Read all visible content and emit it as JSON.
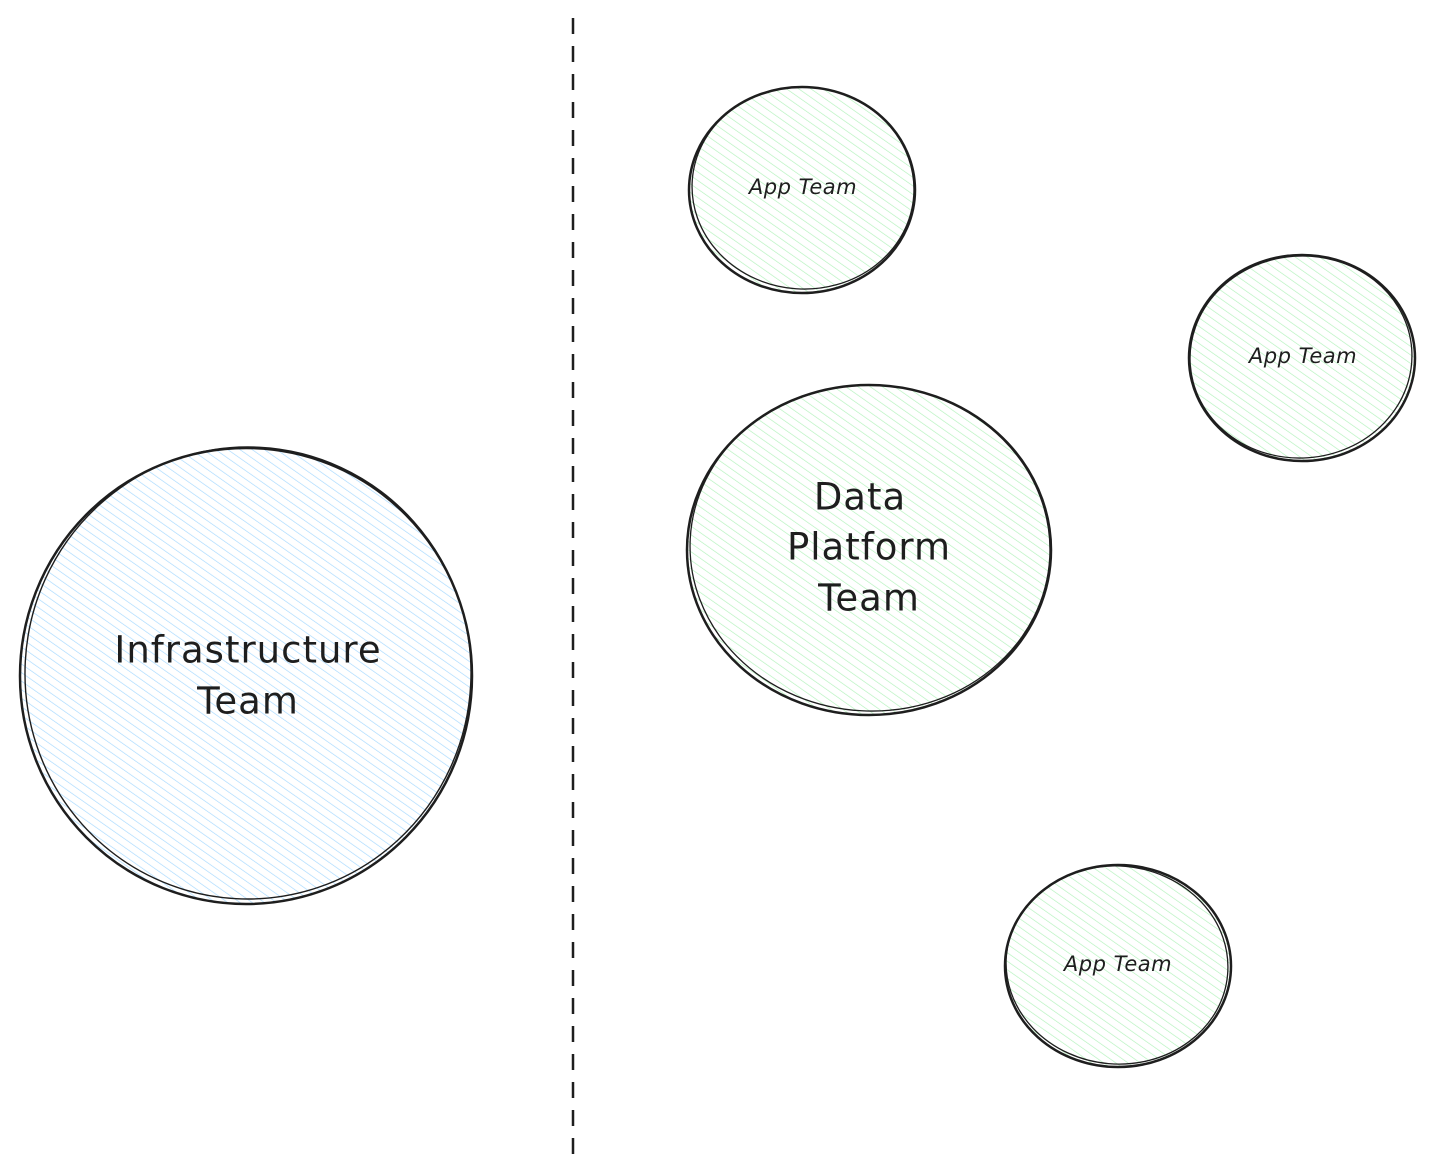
{
  "colors": {
    "stroke": "#1e1e1e",
    "infra_fill": "#a5d8ff",
    "team_fill": "#b2f2bb",
    "background": "#ffffff"
  },
  "divider": {
    "style": "dashed"
  },
  "nodes": {
    "infrastructure": {
      "lines": [
        "Infrastructure",
        "Team"
      ]
    },
    "app_team_1": {
      "lines": [
        "App Team"
      ]
    },
    "app_team_2": {
      "lines": [
        "App Team"
      ]
    },
    "data_platform": {
      "lines": [
        "Data",
        "Platform",
        "Team"
      ]
    },
    "app_team_3": {
      "lines": [
        "App Team"
      ]
    }
  }
}
